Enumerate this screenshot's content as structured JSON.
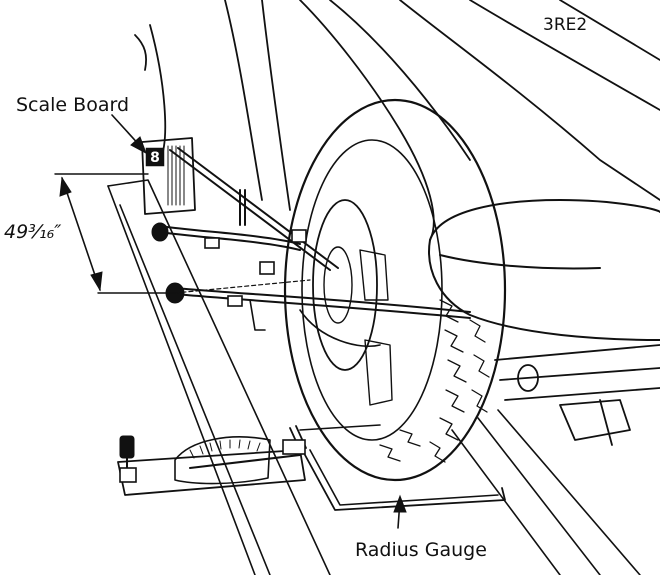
{
  "figure": {
    "id_code": "3RE2",
    "labels": {
      "scale_board": "Scale Board",
      "measurement": "49³⁄₁₆″",
      "radius_gauge": "Radius Gauge"
    },
    "scale_board_mark": "8",
    "ink_color": "#111111",
    "paper_color": "#ffffff"
  }
}
